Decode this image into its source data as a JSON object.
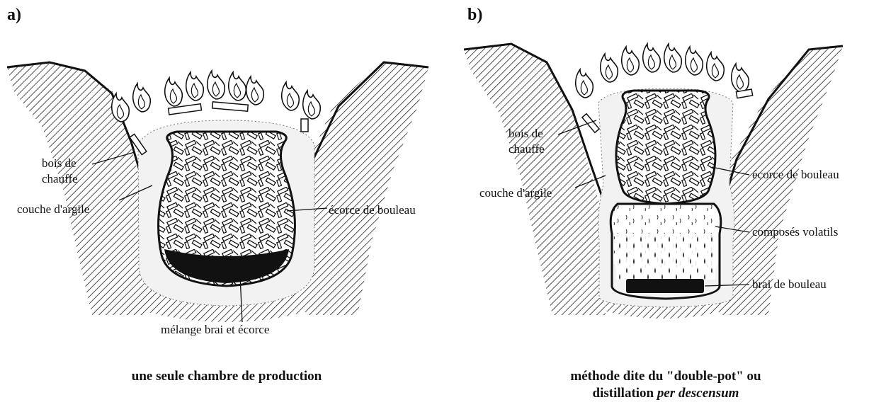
{
  "panel_a": {
    "letter": "a)",
    "labels": {
      "firewood_line1": "bois de",
      "firewood_line2": "chauffe",
      "clay": "couche d'argile",
      "bark": "écorce de bouleau",
      "mix": "mélange brai et écorce"
    },
    "caption": "une seule chambre de production"
  },
  "panel_b": {
    "letter": "b)",
    "labels": {
      "firewood_line1": "bois de",
      "firewood_line2": "chauffe",
      "clay": "couche d'argile",
      "bark": "écorce de bouleau",
      "volatiles": "composés volatils",
      "tar": "brai de bouleau"
    },
    "caption_line1": "méthode dite du \"double-pot\" ou",
    "caption_line2_prefix": "distillation ",
    "caption_line2_italic": "per descensum"
  },
  "colors": {
    "ink": "#111111",
    "tar": "#111111",
    "clay": "#f2f2f2"
  }
}
